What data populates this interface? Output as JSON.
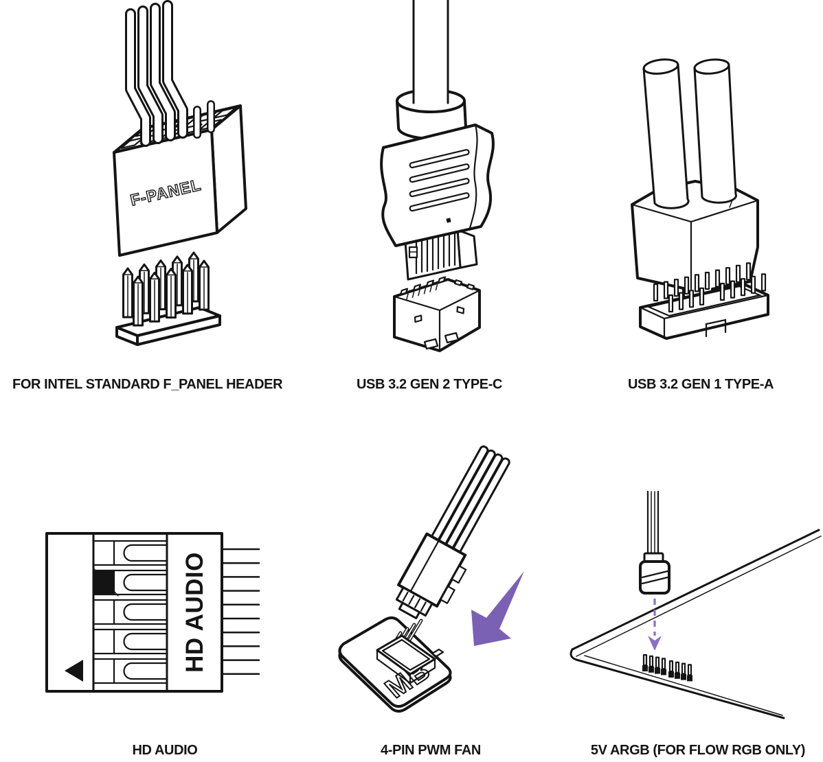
{
  "colors": {
    "line": "#141414",
    "background": "#ffffff",
    "arrow_purple": "#7a61b4",
    "dashed_arrow_purple": "#8a70c6"
  },
  "figures": {
    "f_panel": {
      "caption": "FOR INTEL STANDARD F_PANEL HEADER",
      "plug_label": "F-PANEL"
    },
    "usb_c": {
      "caption": "USB 3.2 GEN 2 TYPE-C"
    },
    "usb_a": {
      "caption": "USB 3.2 GEN 1 TYPE-A"
    },
    "hd_audio": {
      "caption": "HD AUDIO",
      "diagram_label": "HD AUDIO"
    },
    "pwm_fan": {
      "caption": "4-PIN PWM FAN",
      "plate_label": "MB"
    },
    "argb": {
      "caption": "5V ARGB (FOR FLOW RGB ONLY)"
    }
  }
}
